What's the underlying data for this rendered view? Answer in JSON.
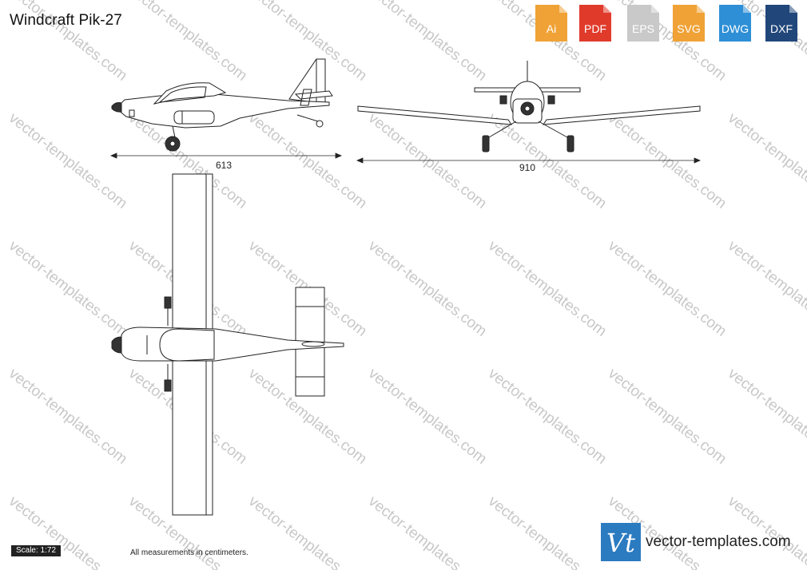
{
  "title": "Windcraft Pik-27",
  "formats": [
    {
      "label": "Ai",
      "color": "#f0a236"
    },
    {
      "label": "PDF",
      "color": "#e03a2b"
    },
    {
      "label": "EPS",
      "color": "#c9c9c9"
    },
    {
      "label": "SVG",
      "color": "#f0a236"
    },
    {
      "label": "DWG",
      "color": "#2e8fd6"
    },
    {
      "label": "DXF",
      "color": "#21477a"
    }
  ],
  "dimensions": {
    "length": "613",
    "wingspan": "910"
  },
  "scale": "Scale: 1:72",
  "note": "All measurements in centimeters.",
  "brand": {
    "logo_text": "Vt",
    "site": "vector-templates.com"
  },
  "watermark": "vector-templates.com",
  "colors": {
    "line": "#222222",
    "accent": "#2b7bc1",
    "watermark": "#c8c8c8"
  }
}
